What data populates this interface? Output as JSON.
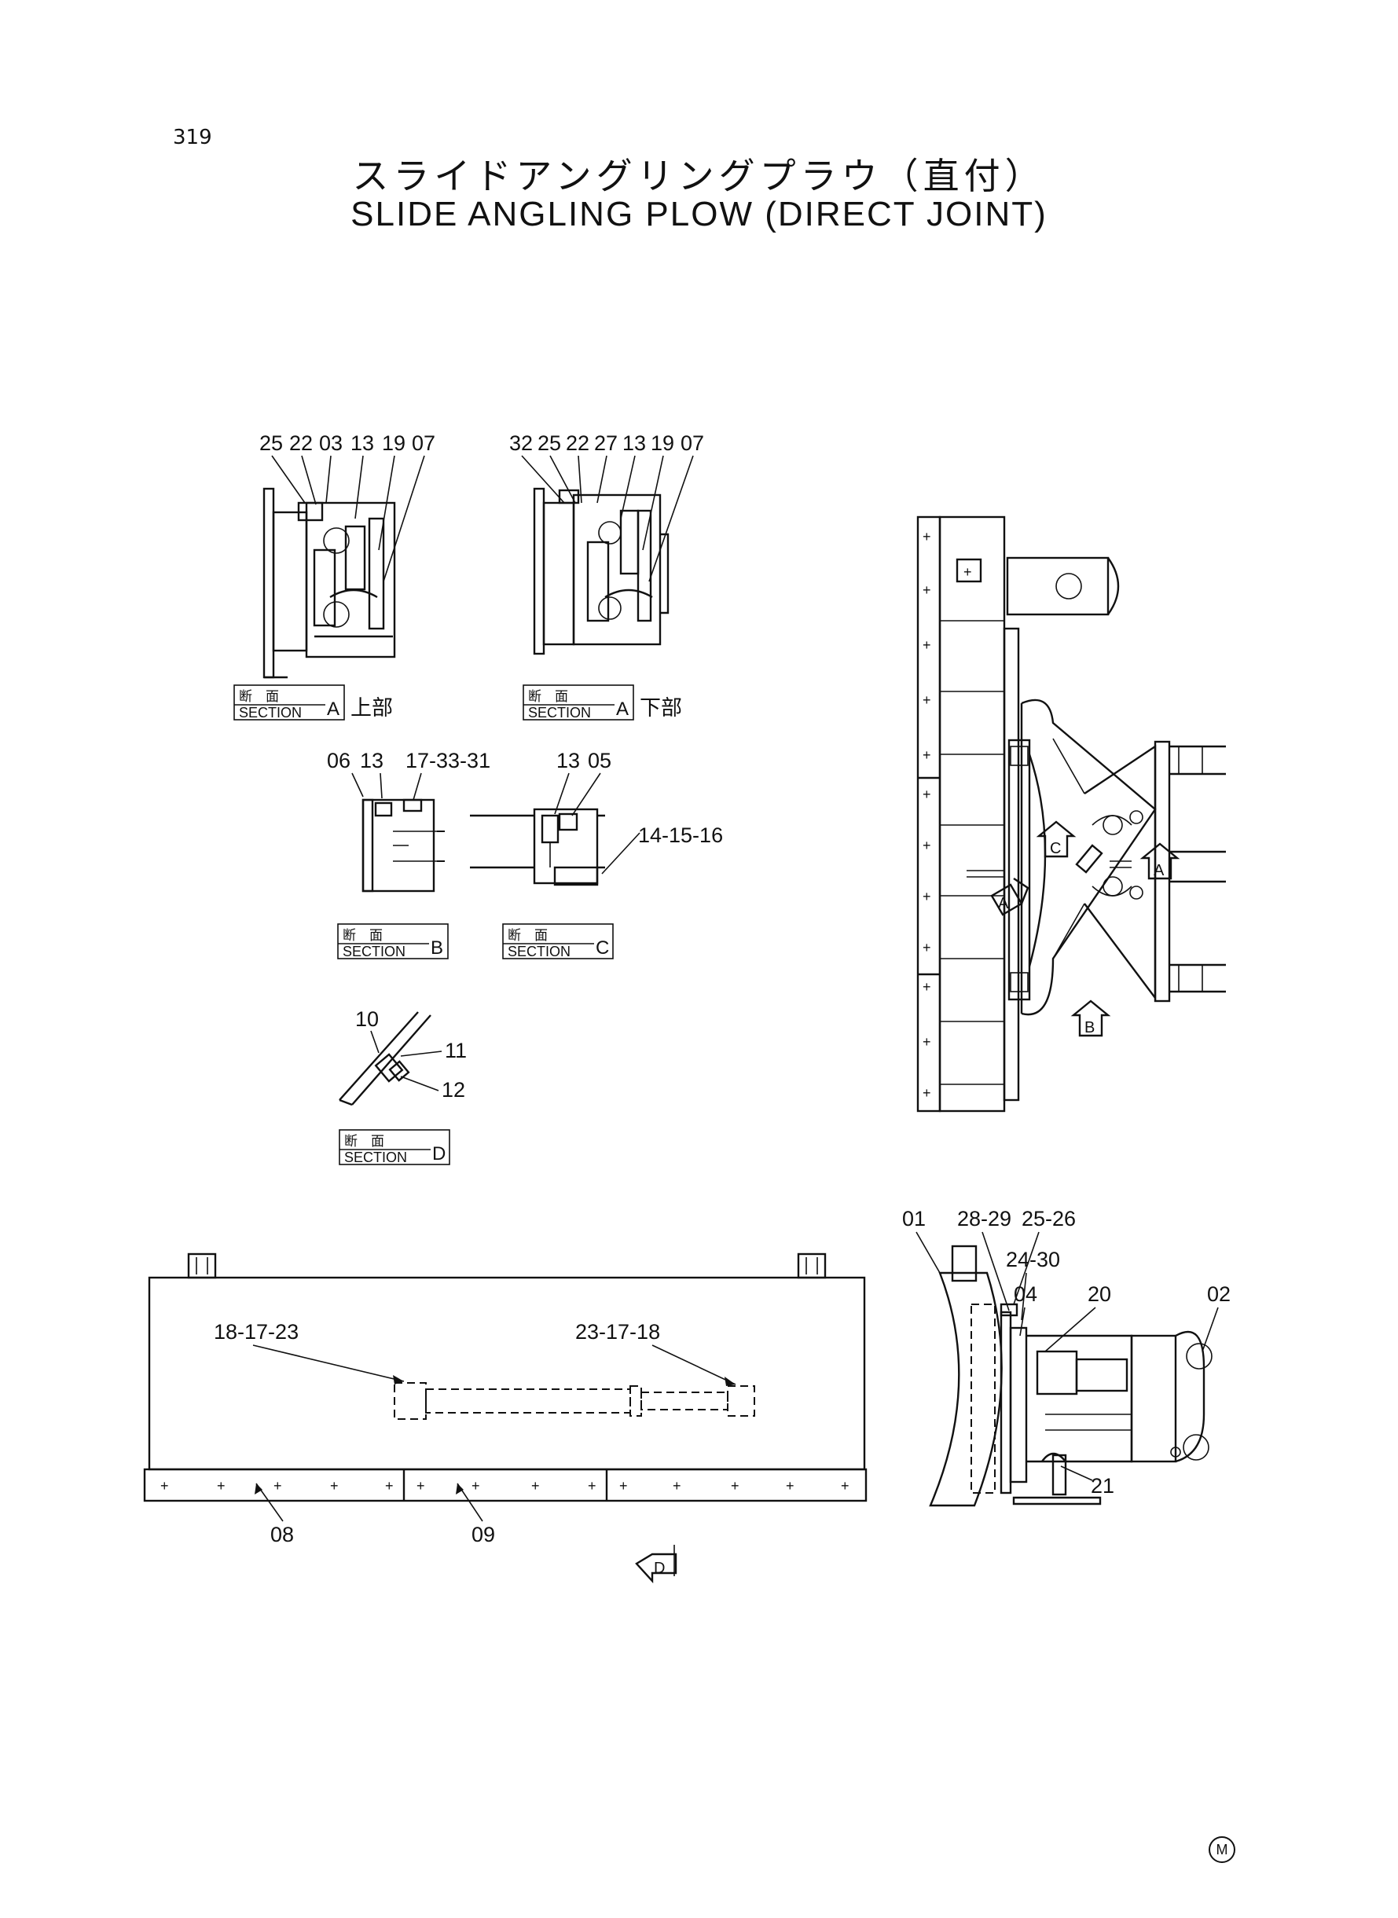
{
  "page_number": "319",
  "title_jp": "スライドアングリングプラウ（直付）",
  "title_en": "SLIDE ANGLING PLOW (DIRECT JOINT)",
  "mark": "M",
  "sections": {
    "a_upper": {
      "kanji": "断　面",
      "word": "SECTION",
      "letter": "A",
      "jp": "上部"
    },
    "a_lower": {
      "kanji": "断　面",
      "word": "SECTION",
      "letter": "A",
      "jp": "下部"
    },
    "b": {
      "kanji": "断　面",
      "word": "SECTION",
      "letter": "B"
    },
    "c": {
      "kanji": "断　面",
      "word": "SECTION",
      "letter": "C"
    },
    "d": {
      "kanji": "断　面",
      "word": "SECTION",
      "letter": "D"
    }
  },
  "callouts": {
    "sa_upper": [
      "25",
      "22",
      "03",
      "13",
      "19",
      "07"
    ],
    "sa_lower": [
      "32",
      "25",
      "22",
      "27",
      "13",
      "19",
      "07"
    ],
    "sb": [
      "06",
      "13",
      "17-33-31"
    ],
    "sc": [
      "13",
      "05",
      "14-15-16"
    ],
    "sd": [
      "10",
      "11",
      "12"
    ],
    "front": [
      "18-17-23",
      "23-17-18",
      "08",
      "09"
    ],
    "side": [
      "01",
      "28-29",
      "25-26",
      "24-30",
      "04",
      "20",
      "02",
      "21"
    ]
  },
  "view_arrows": {
    "a1": "A",
    "a2": "A",
    "b": "B",
    "c": "C",
    "d": "D"
  },
  "plus": "+"
}
